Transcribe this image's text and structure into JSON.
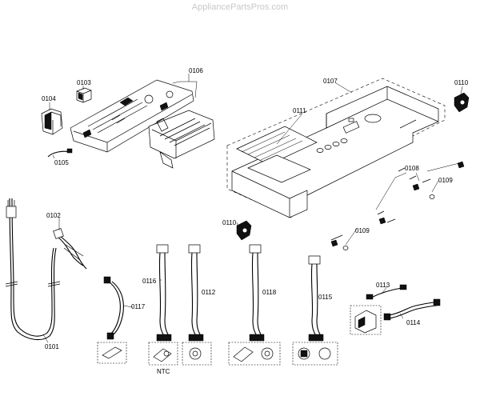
{
  "watermark": "AppliancePartsPros.com",
  "labels": {
    "p0101": "0101",
    "p0102": "0102",
    "p0103": "0103",
    "p0104": "0104",
    "p0105": "0105",
    "p0106": "0106",
    "p0107": "0107",
    "p0108": "0108",
    "p0109a": "0109",
    "p0109b": "0109",
    "p0110a": "0110",
    "p0110b": "0110",
    "p0111": "0111",
    "p0112": "0112",
    "p0113": "0113",
    "p0114": "0114",
    "p0115": "0115",
    "p0116": "0116",
    "p0117": "0117",
    "p0118": "0118",
    "ntc": "NTC"
  }
}
